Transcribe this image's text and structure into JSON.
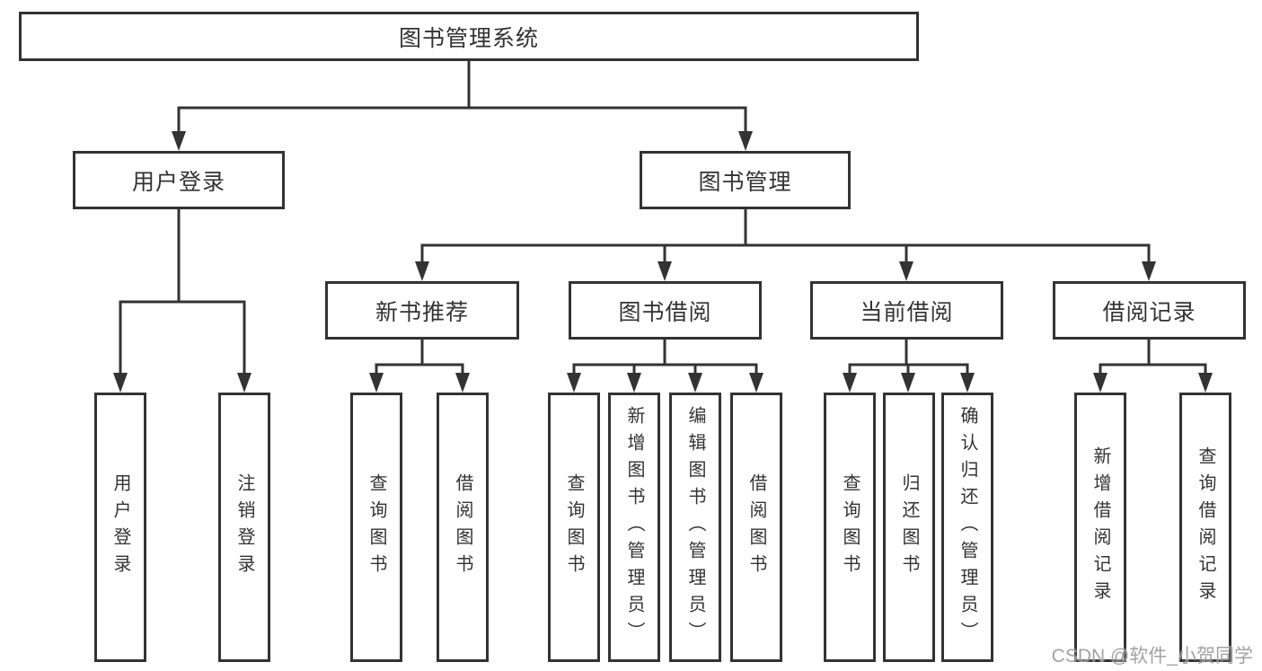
{
  "diagram": {
    "title": "图书管理系统",
    "type": "hierarchy-tree",
    "colors": {
      "line": "#333333",
      "box_border": "#333333",
      "text": "#333333",
      "background": "#ffffff",
      "watermark_text": "#999999"
    },
    "root": {
      "label": "图书管理系统"
    },
    "user_login": {
      "label": "用户登录",
      "leaves": [
        {
          "label": "用户登录"
        },
        {
          "label": "注销登录"
        }
      ]
    },
    "book_mgmt": {
      "label": "图书管理"
    },
    "sections": [
      {
        "label": "新书推荐",
        "leaves": [
          {
            "label": "查询图书"
          },
          {
            "label": "借阅图书"
          }
        ]
      },
      {
        "label": "图书借阅",
        "leaves": [
          {
            "label": "查询图书"
          },
          {
            "label": "新增图书（管理员）"
          },
          {
            "label": "编辑图书（管理员）"
          },
          {
            "label": "借阅图书"
          }
        ]
      },
      {
        "label": "当前借阅",
        "leaves": [
          {
            "label": "查询图书"
          },
          {
            "label": "归还图书"
          },
          {
            "label": "确认归还（管理员）"
          }
        ]
      },
      {
        "label": "借阅记录",
        "leaves": [
          {
            "label": "新增借阅记录"
          },
          {
            "label": "查询借阅记录"
          }
        ]
      }
    ],
    "watermark": "CSDN @软件_小贺同学"
  }
}
